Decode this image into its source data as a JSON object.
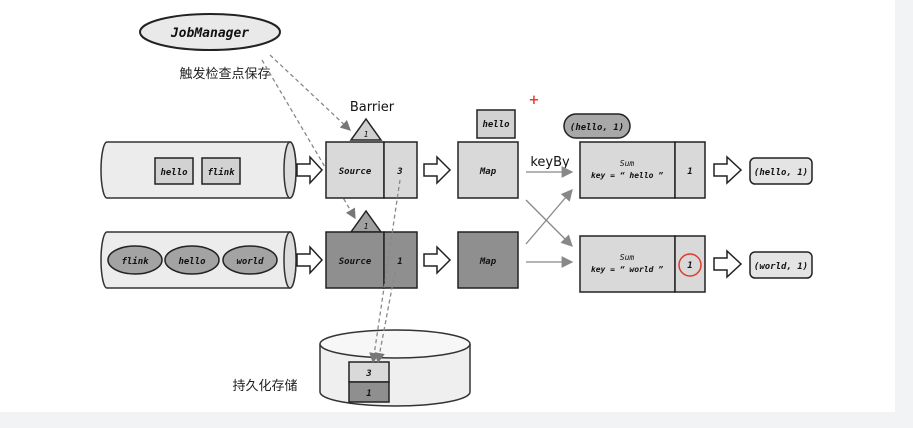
{
  "job_manager": {
    "label": "JobManager"
  },
  "trigger_label": "触发检查点保存",
  "barrier_label": "Barrier",
  "key_by_label": "keyBy",
  "persist_label": "持久化存储",
  "plus_mark": "+",
  "pipelines": [
    {
      "input_records": [
        "hello",
        "flink"
      ],
      "barrier_id": "1",
      "source": {
        "label": "Source",
        "offset": "3"
      },
      "map_label": "Map",
      "map_record": "hello",
      "sum": {
        "line1": "Sum",
        "line2": "key = “ hello ”",
        "value": "1"
      },
      "output": "(hello, 1)",
      "floating_record": "(hello, 1)"
    },
    {
      "input_records": [
        "flink",
        "hello",
        "world"
      ],
      "barrier_id": "1",
      "source": {
        "label": "Source",
        "offset": "1"
      },
      "map_label": "Map",
      "sum": {
        "line1": "Sum",
        "line2": "key = “ world ”",
        "value": "1"
      },
      "output": "(world, 1)"
    }
  ],
  "storage_cells": [
    "3",
    "1"
  ],
  "colors": {
    "light_fill": "#d9d9d9",
    "dark_fill": "#8f8f8f",
    "circle_highlight": "#e03a2f",
    "plus_mark": "#e0402f"
  }
}
